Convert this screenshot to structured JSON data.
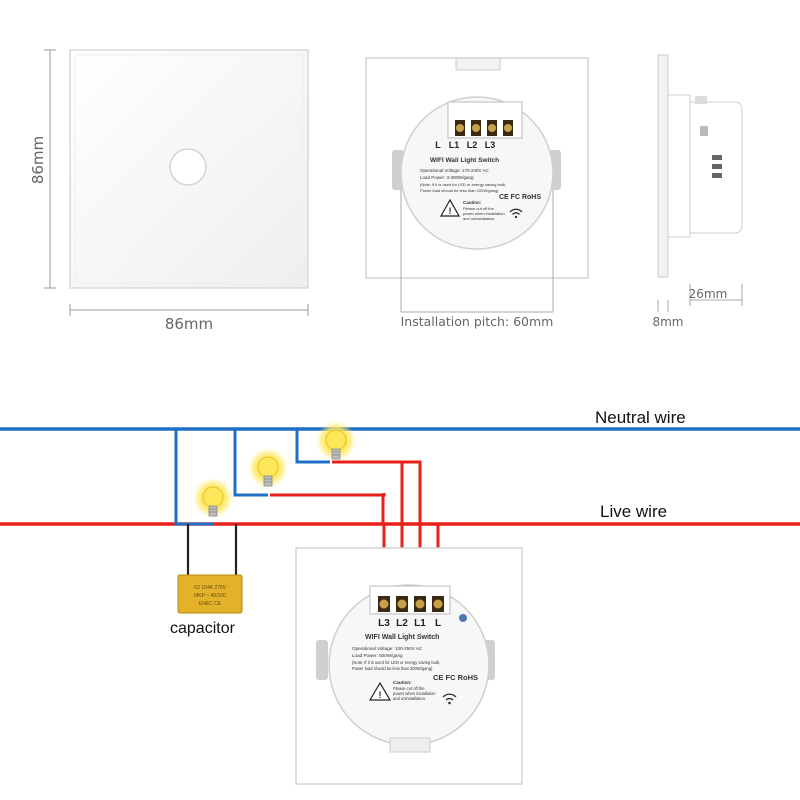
{
  "dimensions": {
    "height": "86mm",
    "width": "86mm",
    "pitch": "Installation pitch: 60mm",
    "depth": "26mm",
    "thickness": "8mm"
  },
  "back_module": {
    "terminals": [
      "L",
      "L1",
      "L2",
      "L3"
    ],
    "title": "WIFI Wall Light Switch",
    "voltage": "Operational Voltage: 170-240V AC",
    "power": "Load Power: 3-300W/gang",
    "note1": "(Note: If it is used for LED or energy saving bulb,",
    "note2": "Power load should be less than 100W/gang)",
    "caution": "Caution:",
    "caution1": "Please cut off the",
    "caution2": "power when installation",
    "caution3": "and uninstallation.",
    "cert": "CE FC RoHS"
  },
  "wiring_module": {
    "terminals": [
      "L3",
      "L2",
      "L1",
      "L"
    ],
    "title": "WIFI Wall Light Switch",
    "voltage": "Operational Voltage: 100-250V AC",
    "power": "Load Power: 500W/gang",
    "note1": "(Note: If it is used for LED or energy saving bulb,",
    "note2": "Power load should be less than 300W/gang)",
    "caution": "Caution:",
    "caution1": "Please cut off the",
    "caution2": "power when installation",
    "caution3": "and uninstallation.",
    "cert": "CE FC RoHS"
  },
  "wires": {
    "neutral": "Neutral wire",
    "live": "Live wire",
    "neutral_color": "#1f6fc4",
    "live_color": "#e8201a"
  },
  "capacitor": {
    "label": "capacitor",
    "color": "#e3b22a"
  },
  "bulb_color": "#ffe75a"
}
